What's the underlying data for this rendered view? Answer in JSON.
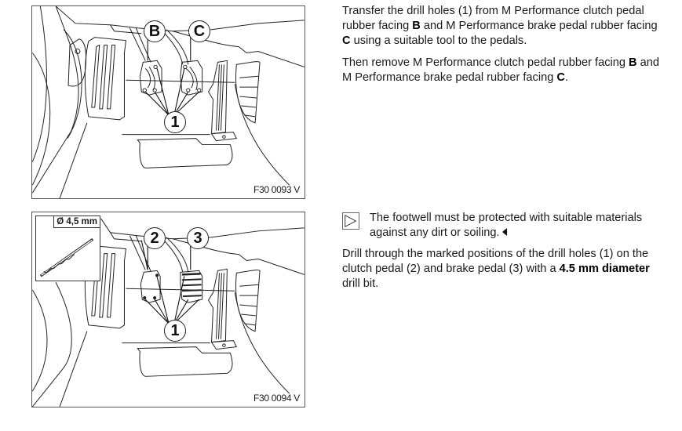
{
  "figure_1": {
    "code": "F30 0093 V",
    "callouts": {
      "b": "B",
      "c": "C",
      "one": "1"
    }
  },
  "figure_2": {
    "code": "F30 0094 V",
    "inset_label": "Ø 4,5 mm",
    "callouts": {
      "two": "2",
      "three": "3",
      "one": "1"
    }
  },
  "step_1": {
    "para_1": {
      "a": "Transfer the drill holes (1) from M Performance clutch pedal rubber facing ",
      "b": "B",
      "c": " and M Performance brake pedal rubber facing ",
      "d": "C",
      "e": " using a suitable tool to the pedals."
    },
    "para_2": {
      "a": "Then remove M Performance clutch pedal rubber facing ",
      "b": "B",
      "c": " and M Performance brake pedal rubber facing ",
      "d": "C",
      "e": "."
    }
  },
  "step_2": {
    "note": {
      "icon": "note-triangle-icon",
      "text": "The footwell must be protected with suitable materials against any dirt or soiling."
    },
    "para": {
      "a": "Drill through the marked positions of the drill holes (1) on the clutch pedal (2) and brake pedal (3) with a ",
      "b": "4.5 mm diameter",
      "c": " drill bit."
    }
  }
}
